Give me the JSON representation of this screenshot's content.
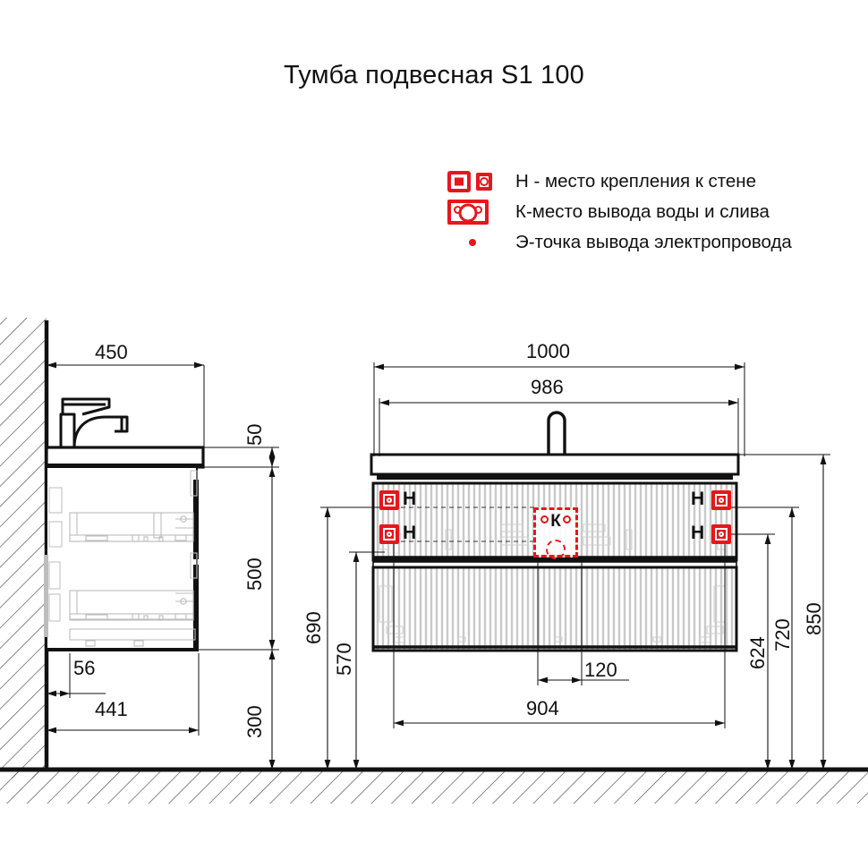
{
  "title": "Тумба подвесная S1 100",
  "legend": {
    "rows": [
      {
        "icons": [
          "wall-mount-bracket-icon",
          "wall-mount-small-icon"
        ],
        "text": "H - место крепления к стене"
      },
      {
        "icons": [
          "water-outlet-icon"
        ],
        "text": "К-место вывода воды и слива"
      },
      {
        "icons": [
          "electric-point-dot-icon"
        ],
        "text": "Э-точка вывода электропровода"
      }
    ]
  },
  "colors": {
    "marker_red": "#e8161b",
    "line_black": "#111111",
    "texture_gray": "#b9b9b9"
  },
  "side_view": {
    "name": "side-elevation",
    "dimensions": {
      "depth_total": "450",
      "countertop_thickness": "50",
      "cabinet_height": "500",
      "floor_clearance": "300",
      "back_offset": "56",
      "cabinet_depth": "441"
    },
    "parts": {
      "faucet": "faucet-profile",
      "wall": "wall-hatch",
      "floor": "floor-hatch",
      "drawers": 2
    }
  },
  "front_view": {
    "name": "front-elevation",
    "dimensions": {
      "overall_width": "1000",
      "cabinet_width": "986",
      "mount_span_width": "904",
      "center_offset": "120",
      "top_mount_height": "690",
      "lower_mount_height": "570",
      "cabinet_bottom_height": "624",
      "cabinet_top_height": "720",
      "countertop_top_height": "850"
    },
    "markers": {
      "wall_mounts": [
        {
          "id": "h-top-left",
          "label": "H"
        },
        {
          "id": "h-bottom-left",
          "label": "H"
        },
        {
          "id": "h-top-right",
          "label": "H"
        },
        {
          "id": "h-bottom-right",
          "label": "H"
        }
      ],
      "water_outlet": {
        "id": "k-center",
        "label": "К"
      }
    },
    "parts": {
      "faucet_hole": "faucet-spout",
      "drawers": 2
    }
  }
}
